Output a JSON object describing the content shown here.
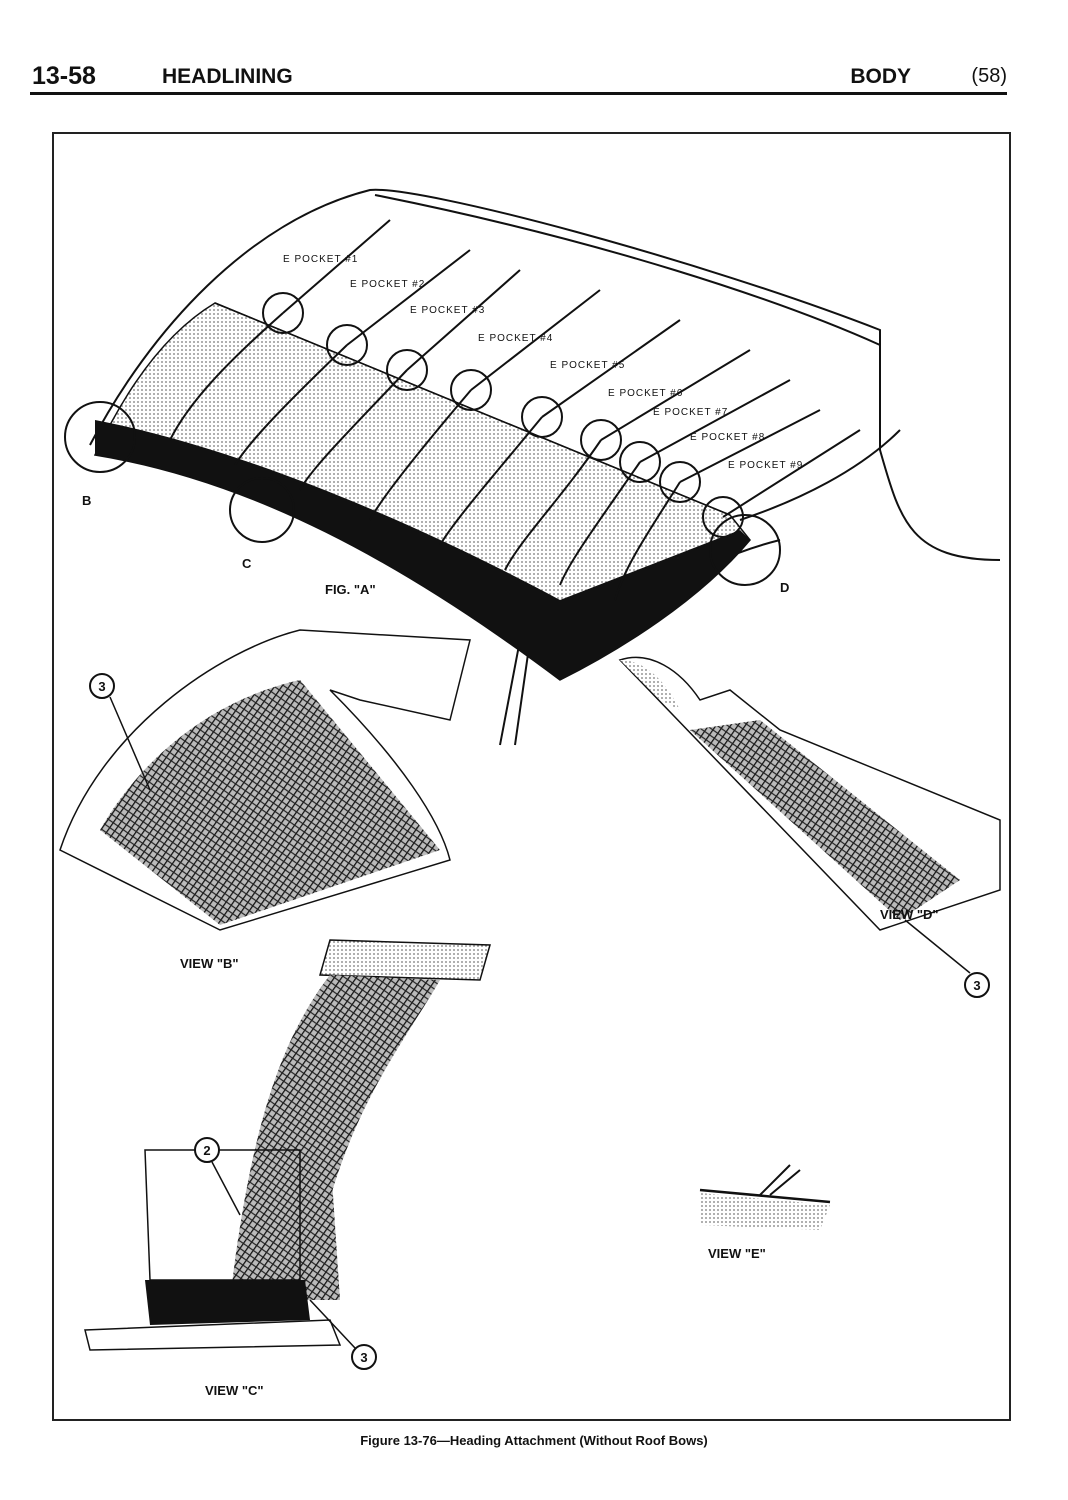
{
  "header": {
    "page_number": "13-58",
    "section": "HEADLINING",
    "chapter": "BODY",
    "page_ref": "(58)"
  },
  "figure": {
    "fig_label": "FIG. \"A\"",
    "pockets": [
      "E POCKET #1",
      "E POCKET #2",
      "E POCKET #3",
      "E POCKET #4",
      "E POCKET #5",
      "E POCKET #6",
      "E POCKET #7",
      "E POCKET #8",
      "E POCKET #9"
    ],
    "detail_letters": {
      "b": "B",
      "c": "C",
      "d": "D"
    },
    "views": {
      "b": "VIEW \"B\"",
      "c": "VIEW \"C\"",
      "d": "VIEW \"D\"",
      "e": "VIEW \"E\""
    },
    "callouts": {
      "view_b_3": "3",
      "view_d_3": "3",
      "view_c_2": "2",
      "view_c_3": "3"
    }
  },
  "caption": "Figure 13-76—Heading Attachment (Without Roof Bows)"
}
